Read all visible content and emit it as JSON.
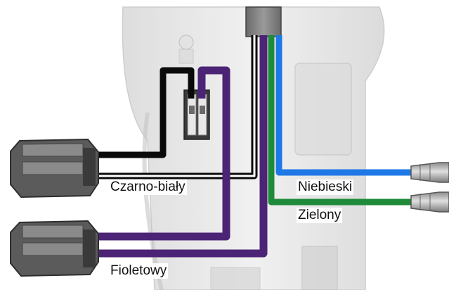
{
  "labels": {
    "black_white": "Czarno-biały",
    "violet": "Fioletowy",
    "blue": "Niebieski",
    "green": "Zielony"
  },
  "colors": {
    "housing_light": "#e6e6e6",
    "housing_mid": "#cfcfcf",
    "housing_dark": "#b5b5b5",
    "connector_body": "#5b5b5b",
    "connector_top": "#8a8a8a",
    "wire_black": "#0a0a0a",
    "wire_white_core": "#ffffff",
    "wire_violet": "#4b2475",
    "wire_blue": "#1e78e6",
    "wire_green": "#1f8a3a",
    "ferrule": "#bcbcbc"
  }
}
